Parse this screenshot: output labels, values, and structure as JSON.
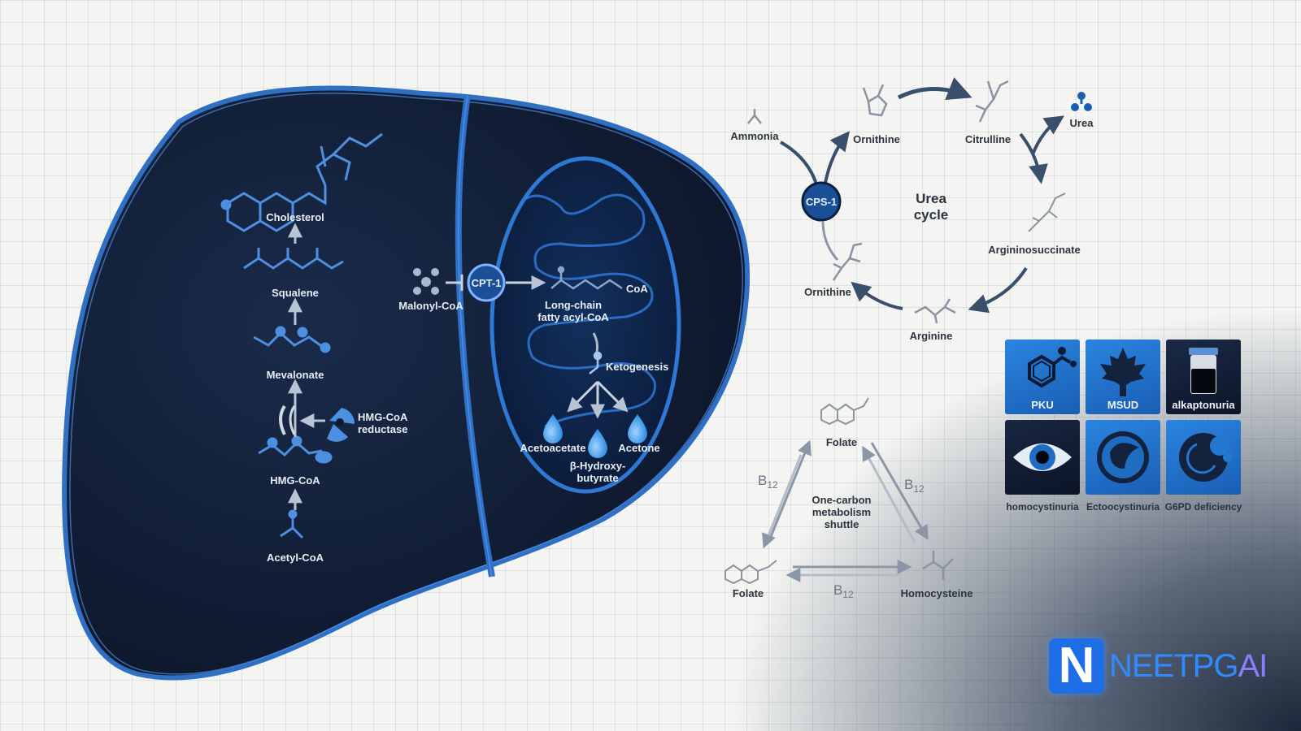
{
  "liver": {
    "cholesterol_pathway": {
      "steps": [
        "Cholesterol",
        "Squalene",
        "Mevalonate",
        "HMG-CoA",
        "Acetyl-CoA"
      ],
      "enzyme": [
        "HMG-CoA",
        "reductase"
      ]
    },
    "malonyl_coa": "Malonyl-CoA",
    "cpt1": "CPT-1",
    "fatty_acyl": [
      "Long-chain",
      "fatty acyl-CoA"
    ],
    "coa": "CoA",
    "ketogenesis": "Ketogenesis",
    "ketone_bodies": {
      "acetoacetate": "Acetoacetate",
      "acetone": "Acetone",
      "beta_hydroxybutyrate": [
        "β-Hydroxy-",
        "butyrate"
      ]
    }
  },
  "urea_cycle": {
    "title": [
      "Urea",
      "cycle"
    ],
    "ammonia": "Ammonia",
    "ornithine_top": "Ornithine",
    "citrulline": "Citrulline",
    "urea": "Urea",
    "cps1": "CPS-1",
    "argininosuccinate": "Argininosuccinate",
    "arginine": "Arginine",
    "ornithine_bottom": "Ornithine"
  },
  "one_carbon": {
    "title": [
      "One-carbon",
      "metabolism",
      "shuttle"
    ],
    "folate_top": "Folate",
    "folate_bottom": "Folate",
    "homocysteine": "Homocysteine",
    "b12": "B12"
  },
  "disorders": {
    "tiles": [
      {
        "label": "PKU",
        "icon": "benzene-ring-icon"
      },
      {
        "label": "MSUD",
        "icon": "maple-leaf-icon"
      },
      {
        "label": "alkaptonuria",
        "icon": "urine-jar-icon"
      }
    ],
    "captions": [
      "homocystinuria",
      "Ectoocystinuria",
      "G6PD deficiency"
    ]
  },
  "brand": {
    "n": "N",
    "text": "NEETPG",
    "ai": "AI"
  },
  "colors": {
    "liver_dark": "#121d33",
    "liver_edge": "#2f6fc4",
    "accent": "#1c5fae",
    "tile_blue": "#1f6dc2"
  }
}
